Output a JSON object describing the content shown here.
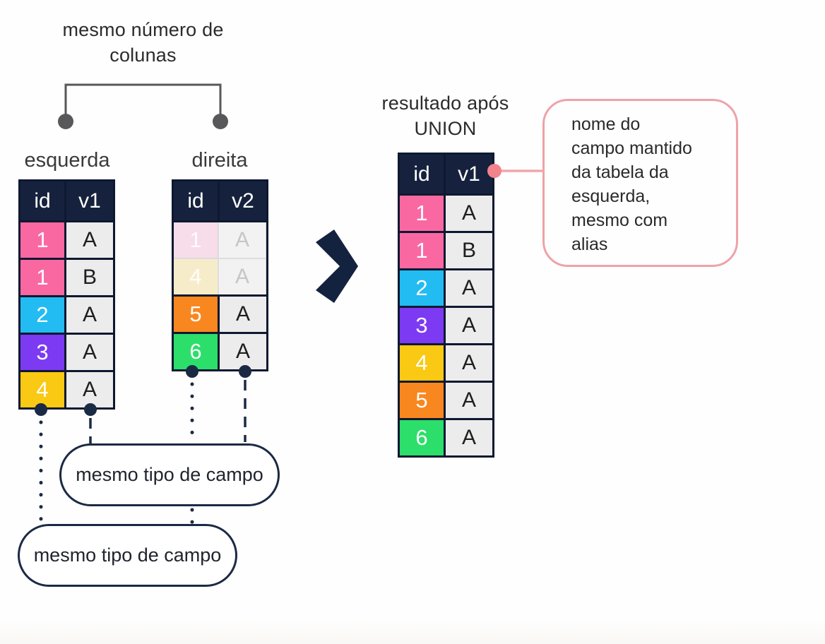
{
  "palette": {
    "pink": "#fa68a2",
    "cyan": "#22bcf2",
    "purple": "#7c3af2",
    "yellow": "#f9c913",
    "orange": "#f9871f",
    "green": "#2bdf6a",
    "faded_pink": "#f7dcea",
    "faded_cream": "#f7ecca",
    "cell_bg": "#ececec",
    "faded_cell_bg": "#f2f2f2",
    "header_bg": "#16223d",
    "border_dark": "#0e1830",
    "accent_pink_dot": "#f2838d",
    "accent_pink_line": "#f2a6ab",
    "bracket_gray": "#58585a",
    "chevron_navy": "#13233f"
  },
  "annotations": {
    "same_columns": "mesmo número de colunas",
    "result_title": "resultado após UNION",
    "field_name_note_lines": [
      "nome do",
      "campo mantido",
      "da tabela da",
      "esquerda,",
      "mesmo com",
      "alias"
    ],
    "same_type_pill_top": "mesmo tipo de campo",
    "same_type_pill_bottom": "mesmo tipo de campo"
  },
  "tables": {
    "esquerda": {
      "label": "esquerda",
      "headers": [
        "id",
        "v1"
      ],
      "rows": [
        {
          "id": "1",
          "v": "A",
          "color": "pink"
        },
        {
          "id": "1",
          "v": "B",
          "color": "pink"
        },
        {
          "id": "2",
          "v": "A",
          "color": "cyan"
        },
        {
          "id": "3",
          "v": "A",
          "color": "purple"
        },
        {
          "id": "4",
          "v": "A",
          "color": "yellow"
        }
      ]
    },
    "direita": {
      "label": "direita",
      "headers": [
        "id",
        "v2"
      ],
      "rows": [
        {
          "id": "1",
          "v": "A",
          "color": "faded_pink",
          "faded": true
        },
        {
          "id": "4",
          "v": "A",
          "color": "faded_cream",
          "faded": true
        },
        {
          "id": "5",
          "v": "A",
          "color": "orange",
          "faded": false
        },
        {
          "id": "6",
          "v": "A",
          "color": "green",
          "faded": false
        }
      ]
    },
    "resultado": {
      "headers": [
        "id",
        "v1"
      ],
      "rows": [
        {
          "id": "1",
          "v": "A",
          "color": "pink"
        },
        {
          "id": "1",
          "v": "B",
          "color": "pink"
        },
        {
          "id": "2",
          "v": "A",
          "color": "cyan"
        },
        {
          "id": "3",
          "v": "A",
          "color": "purple"
        },
        {
          "id": "4",
          "v": "A",
          "color": "yellow"
        },
        {
          "id": "5",
          "v": "A",
          "color": "orange"
        },
        {
          "id": "6",
          "v": "A",
          "color": "green"
        }
      ]
    }
  }
}
